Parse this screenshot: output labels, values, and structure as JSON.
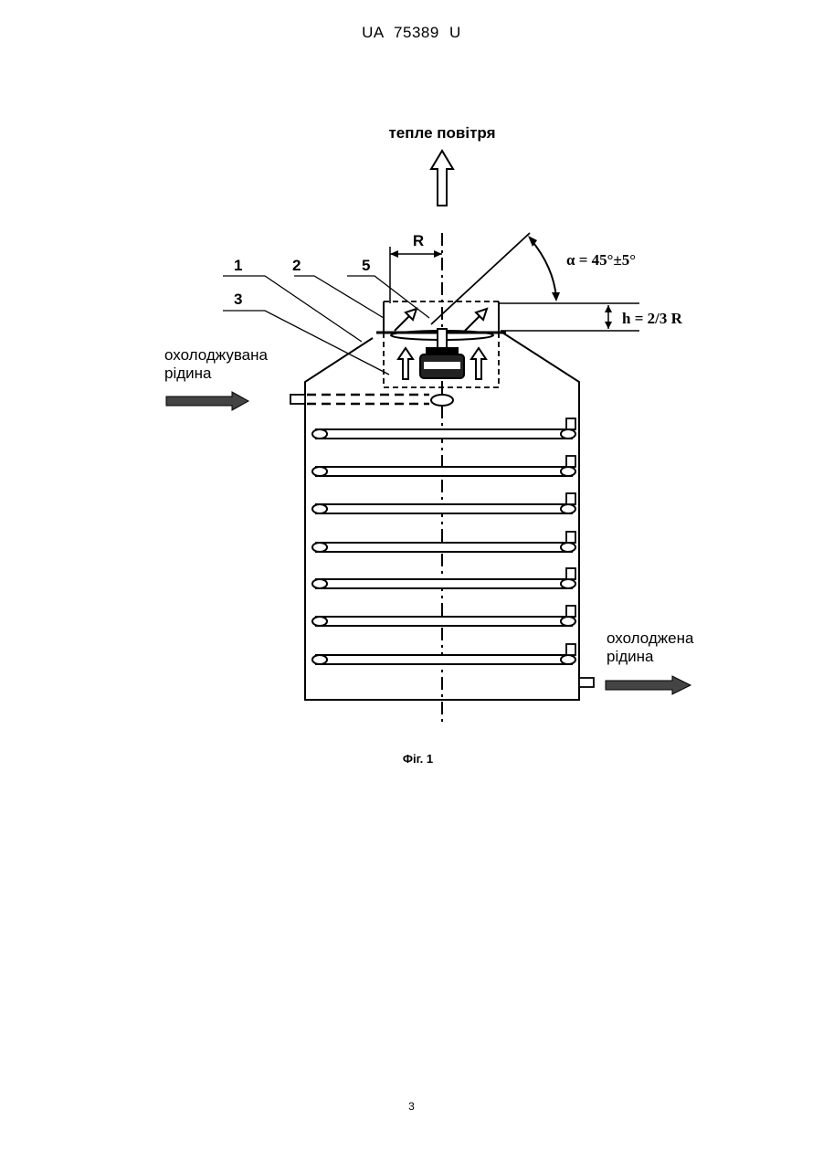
{
  "header": {
    "patent_id": "UA   75389   U"
  },
  "figure": {
    "labels": {
      "top_air": "тепле повітря",
      "radius": "R",
      "angle": "α = 45°±5°",
      "height": "h = 2/3 R",
      "inlet_line1": "охолоджувана",
      "inlet_line2": "рідина",
      "outlet_line1": "охолоджена",
      "outlet_line2": "рідина",
      "ref_1": "1",
      "ref_2": "2",
      "ref_3": "3",
      "ref_5": "5"
    },
    "caption": "Фіг. 1"
  },
  "footer": {
    "page_number": "3"
  }
}
